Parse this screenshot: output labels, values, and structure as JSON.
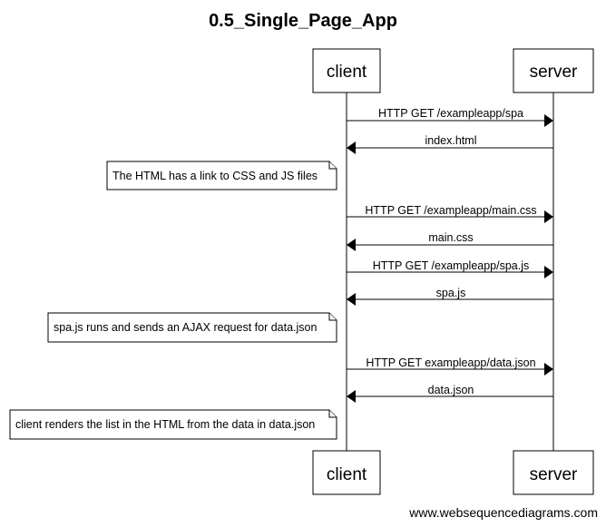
{
  "title": "0.5_Single_Page_App",
  "actors": {
    "client": "client",
    "server": "server"
  },
  "messages": [
    {
      "from": "client",
      "to": "server",
      "label": "HTTP GET /exampleapp/spa"
    },
    {
      "from": "server",
      "to": "client",
      "label": "index.html"
    },
    {
      "from": "client",
      "to": "server",
      "label": "HTTP GET /exampleapp/main.css"
    },
    {
      "from": "server",
      "to": "client",
      "label": "main.css"
    },
    {
      "from": "client",
      "to": "server",
      "label": "HTTP GET /exampleapp/spa.js"
    },
    {
      "from": "server",
      "to": "client",
      "label": "spa.js"
    },
    {
      "from": "client",
      "to": "server",
      "label": "HTTP GET exampleapp/data.json"
    },
    {
      "from": "server",
      "to": "client",
      "label": "data.json"
    }
  ],
  "notes": [
    {
      "over": "client",
      "text": "The HTML has a link to CSS and JS files"
    },
    {
      "over": "client",
      "text": "spa.js runs and sends an AJAX request for data.json"
    },
    {
      "over": "client",
      "text": "client renders the list in the HTML from the data in data.json"
    }
  ],
  "footer": "www.websequencediagrams.com"
}
